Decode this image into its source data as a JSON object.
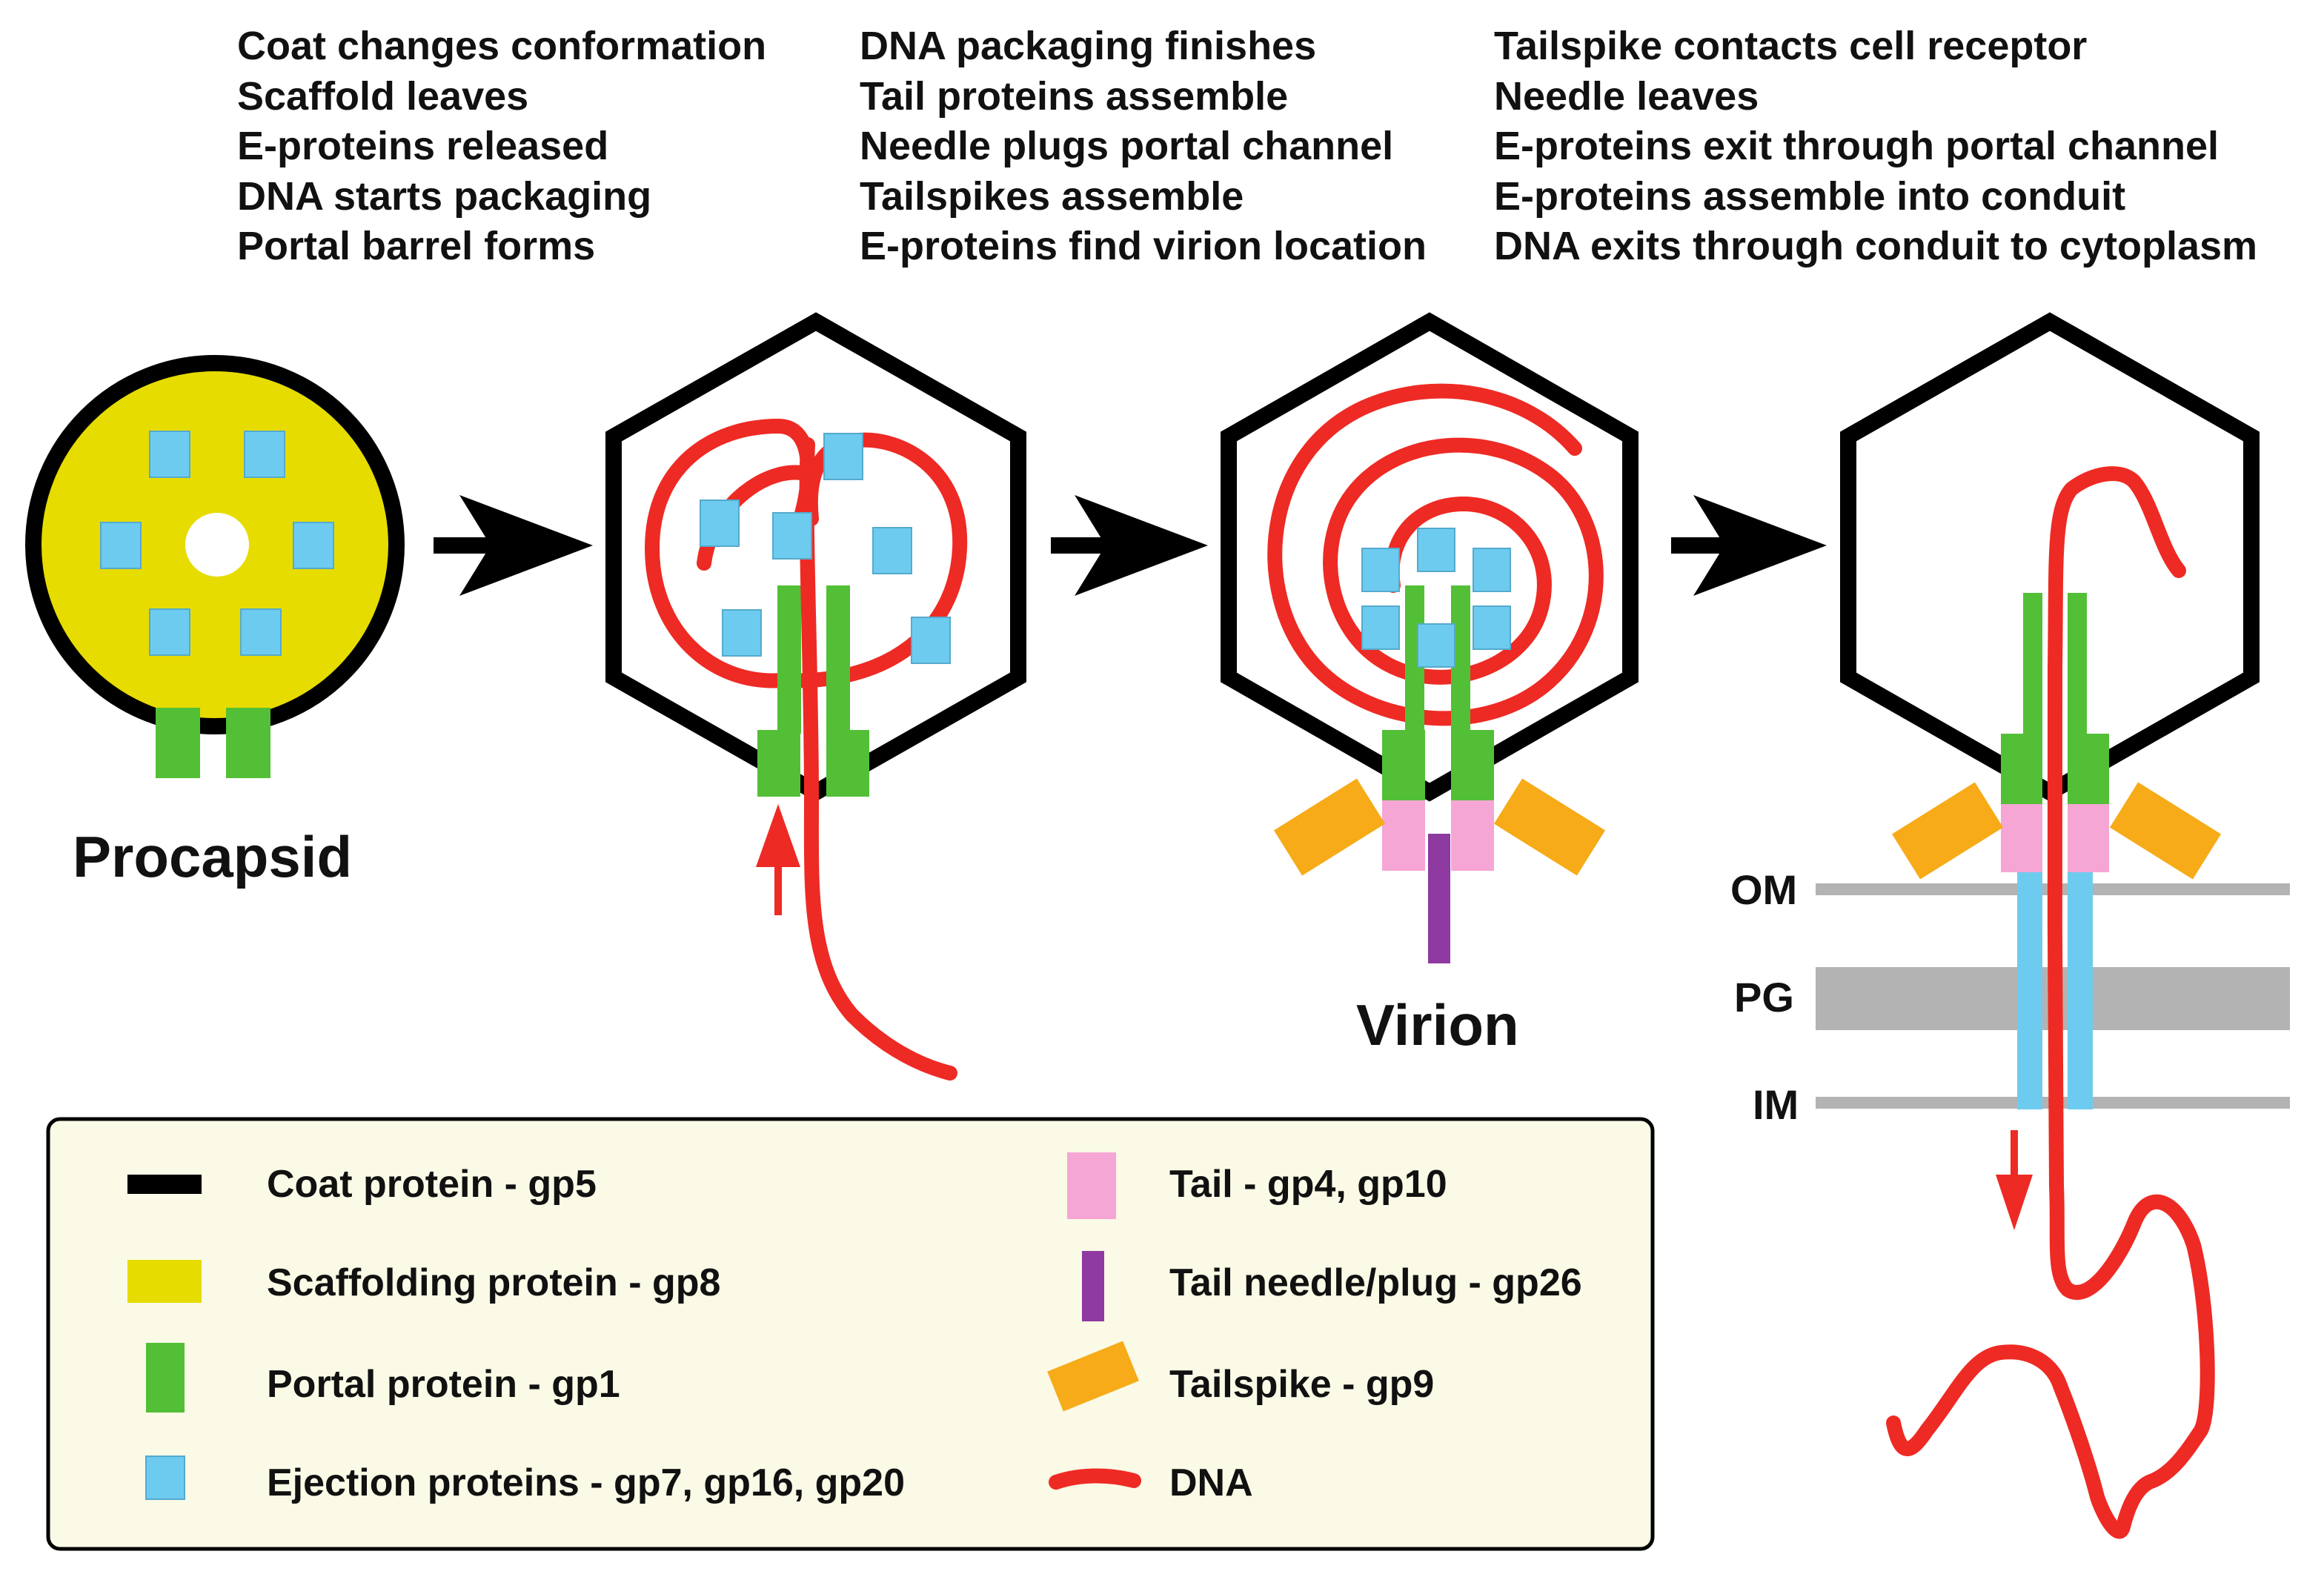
{
  "steps": [
    {
      "lines": [
        "Coat changes conformation",
        "Scaffold leaves",
        "E-proteins released",
        "DNA starts packaging",
        "Portal barrel forms"
      ]
    },
    {
      "lines": [
        "DNA packaging finishes",
        "Tail proteins assemble",
        "Needle plugs portal channel",
        "Tailspikes assemble",
        "E-proteins find virion location"
      ]
    },
    {
      "lines": [
        "Tailspike contacts cell receptor",
        "Needle leaves",
        "E-proteins exit through portal channel",
        "E-proteins assemble into conduit",
        "DNA exits through conduit to cytoplasm"
      ]
    }
  ],
  "labels": {
    "procapsid": "Procapsid",
    "virion": "Virion"
  },
  "membranes": {
    "om": "OM",
    "pg": "PG",
    "im": "IM"
  },
  "legend": {
    "items": [
      {
        "label": "Coat protein - gp5",
        "color": "#000000",
        "shape": "bar"
      },
      {
        "label": "Scaffolding protein - gp8",
        "color": "#e6dc00",
        "shape": "rect"
      },
      {
        "label": "Portal protein - gp1",
        "color": "#52bf37",
        "shape": "tall-rect"
      },
      {
        "label": "Ejection proteins - gp7, gp16, gp20",
        "color": "#6ecbf0",
        "shape": "square"
      },
      {
        "label": "Tail - gp4, gp10",
        "color": "#f6a6d4",
        "shape": "tall-rect"
      },
      {
        "label": "Tail needle/plug - gp26",
        "color": "#8e3aa0",
        "shape": "needle"
      },
      {
        "label": "Tailspike - gp9",
        "color": "#f7ab18",
        "shape": "tilted-rect"
      },
      {
        "label": "DNA",
        "color": "#ee2a24",
        "shape": "line"
      }
    ]
  },
  "colors": {
    "coat": "#000000",
    "scaffold": "#e6dc00",
    "portal": "#52bf37",
    "ejection": "#6ecbf0",
    "tail": "#f6a6d4",
    "needle": "#8e3aa0",
    "tailspike": "#f7ab18",
    "dna": "#ee2a24",
    "membrane": "#b3b3b3",
    "legend_bg": "#fafae6"
  }
}
